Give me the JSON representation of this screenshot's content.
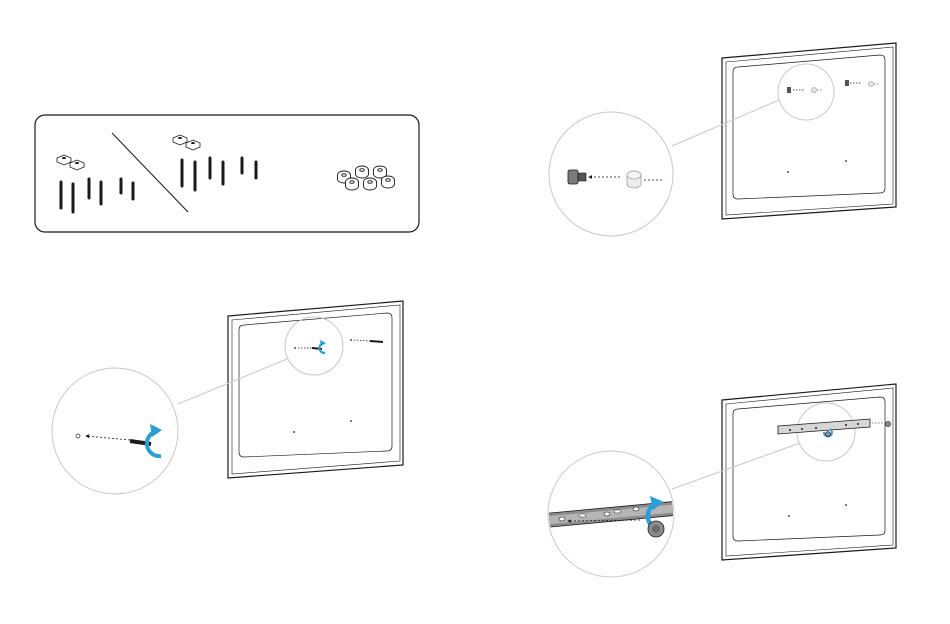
{
  "colors": {
    "line": "#1a1a1a",
    "faint": "#bdbdbd",
    "panel": "#f6f6f6",
    "accent_blue": "#2a9fd6",
    "metal": "#8c8c8c"
  },
  "steps": [
    {
      "id": "parts-overview",
      "icon": "hardware-parts-icon"
    },
    {
      "id": "insert-spacer",
      "icon": "bolt-spacer-icon"
    },
    {
      "id": "screw-in-bolt",
      "icon": "rotate-arrow-icon"
    },
    {
      "id": "attach-rail",
      "icon": "mounting-rail-icon"
    }
  ]
}
